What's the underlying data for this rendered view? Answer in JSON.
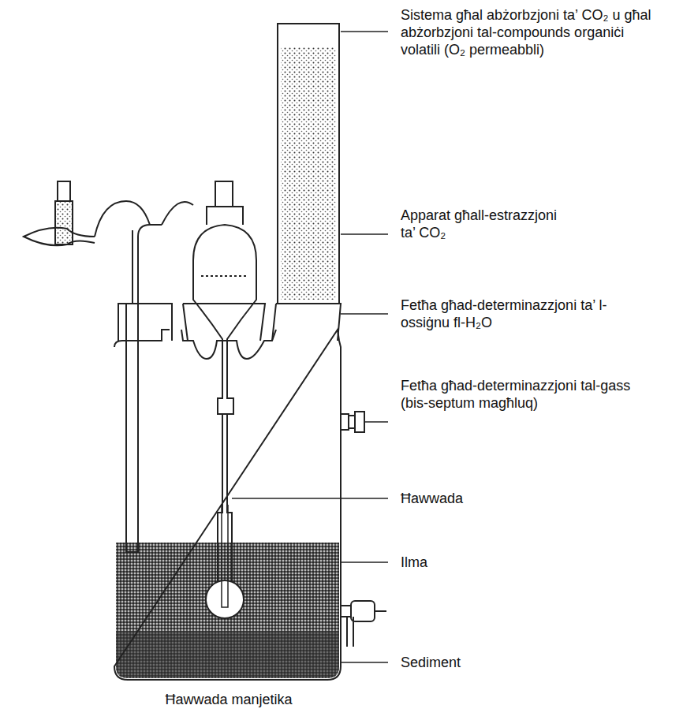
{
  "diagram": {
    "caption": "Ħawwada manjetika",
    "labels": [
      "Sistema għal abżorbzjoni ta’ CO₂ u għal abżorbzjoni tal-compounds organiċi volatili (O₂ permeabbli)",
      "Apparat għall-estrazzjoni ta’ CO₂",
      "Fetħa għad-determinazzjoni ta’ l-ossiġnu fl-H₂O",
      "Fetħa għad-determinazzjoni tal-gass (bis-septum magħluq)",
      "Ħawwada",
      "Ilma",
      "Sediment"
    ]
  }
}
